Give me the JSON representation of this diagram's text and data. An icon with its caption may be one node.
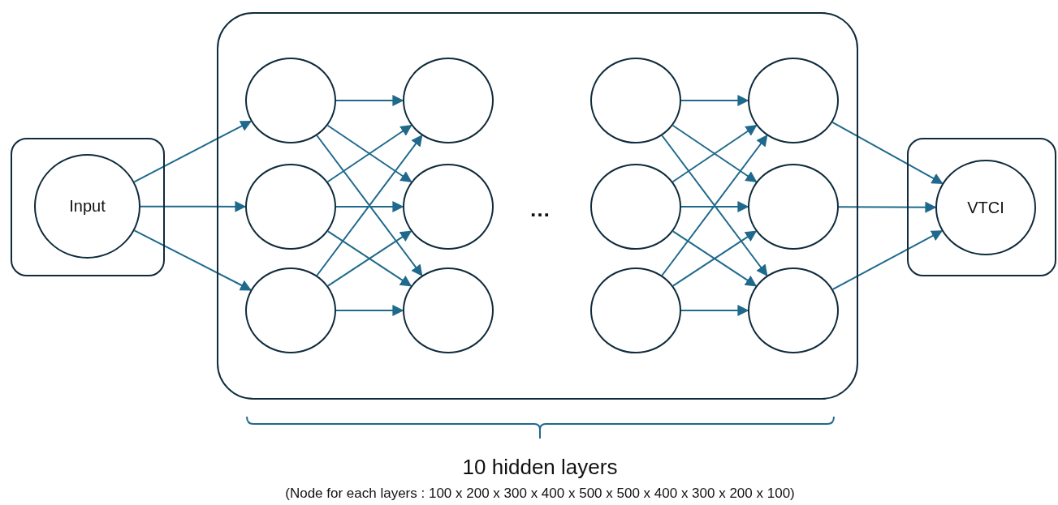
{
  "diagram": {
    "nodes": [
      {
        "text": [],
        "shape": "box"
      },
      {
        "text": [
          "Input"
        ],
        "in": 0
      },
      {
        "text": [],
        "shape": "box"
      },
      {
        "text": [],
        "shape": "circle",
        "in": 2
      },
      {
        "text": [],
        "shape": "circle",
        "in": 2
      },
      {
        "text": [],
        "shape": "circle",
        "in": 2
      },
      {
        "text": [],
        "shape": "circle",
        "in": 2
      },
      {
        "text": [],
        "shape": "circle",
        "in": 2
      },
      {
        "text": [],
        "shape": "circle",
        "in": 2
      },
      {
        "text": [],
        "shape": "circle",
        "in": 2
      },
      {
        "text": [],
        "shape": "circle",
        "in": 2
      },
      {
        "text": [],
        "shape": "circle",
        "in": 2
      },
      {
        "text": [],
        "shape": "circle",
        "in": 2
      },
      {
        "text": [],
        "shape": "circle",
        "in": 2
      },
      {
        "text": [],
        "shape": "circle",
        "in": 2
      },
      {
        "text": [],
        "shape": "box"
      },
      {
        "text": [
          "VTCI"
        ],
        "in": 15
      }
    ],
    "edges": [
      {
        "from": 1,
        "to": 3,
        "arrow": "to"
      },
      {
        "from": 1,
        "to": 4,
        "arrow": "to"
      },
      {
        "from": 1,
        "to": 5,
        "arrow": "to"
      },
      {
        "from": 3,
        "to": 6,
        "arrow": "to"
      },
      {
        "from": 3,
        "to": 7,
        "arrow": "to"
      },
      {
        "from": 3,
        "to": 8,
        "arrow": "to"
      },
      {
        "from": 4,
        "to": 6,
        "arrow": "to"
      },
      {
        "from": 4,
        "to": 7,
        "arrow": "to"
      },
      {
        "from": 4,
        "to": 8,
        "arrow": "to"
      },
      {
        "from": 5,
        "to": 6,
        "arrow": "to"
      },
      {
        "from": 5,
        "to": 7,
        "arrow": "to"
      },
      {
        "from": 5,
        "to": 8,
        "arrow": "to"
      },
      {
        "from": 9,
        "to": 12,
        "arrow": "to"
      },
      {
        "from": 9,
        "to": 13,
        "arrow": "to"
      },
      {
        "from": 9,
        "to": 14,
        "arrow": "to"
      },
      {
        "from": 10,
        "to": 12,
        "arrow": "to"
      },
      {
        "from": 10,
        "to": 13,
        "arrow": "to"
      },
      {
        "from": 10,
        "to": 14,
        "arrow": "to"
      },
      {
        "from": 11,
        "to": 12,
        "arrow": "to"
      },
      {
        "from": 11,
        "to": 13,
        "arrow": "to"
      },
      {
        "from": 11,
        "to": 14,
        "arrow": "to"
      },
      {
        "from": 12,
        "to": 16,
        "arrow": "to"
      },
      {
        "from": 13,
        "to": 16,
        "arrow": "to"
      },
      {
        "from": 14,
        "to": 16,
        "arrow": "to"
      }
    ],
    "labels": [
      "…",
      "10 hidden layers",
      "(Node for each layers : 100 x 200 x 300 x 400 x 500 x 500 x 400 x 300 x 200 x 100)"
    ]
  }
}
